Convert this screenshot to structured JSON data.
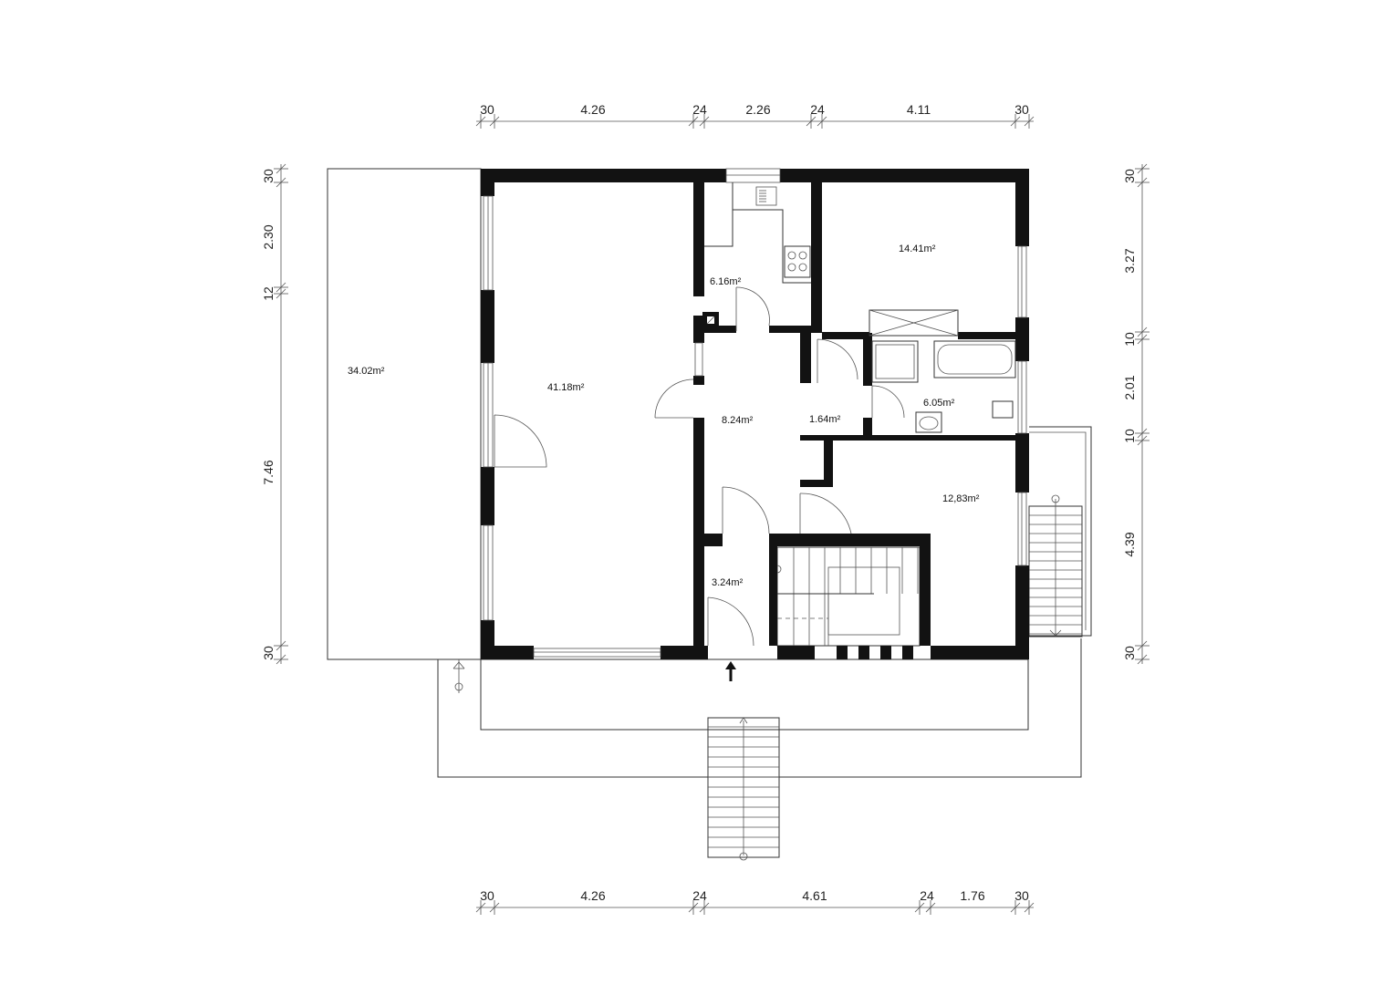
{
  "rooms": {
    "terrace": "34.02m²",
    "living": "41.18m²",
    "kitchen": "6.16m²",
    "bedroom_top": "14.41m²",
    "hall": "8.24m²",
    "corridor": "1.64m²",
    "bathroom": "6.05m²",
    "bedroom_bottom": "12,83m²",
    "entry": "3.24m²"
  },
  "dimensions": {
    "top": [
      "30",
      "4.26",
      "24",
      "2.26",
      "24",
      "4.11",
      "30"
    ],
    "bottom": [
      "30",
      "4.26",
      "24",
      "4.61",
      "24",
      "1.76",
      "30"
    ],
    "left": [
      "30",
      "2.30",
      "12",
      "7.46",
      "30"
    ],
    "right": [
      "30",
      "3.27",
      "10",
      "2.01",
      "10",
      "4.39",
      "30"
    ]
  },
  "icons": {
    "entrance": "entrance-arrow-icon"
  }
}
